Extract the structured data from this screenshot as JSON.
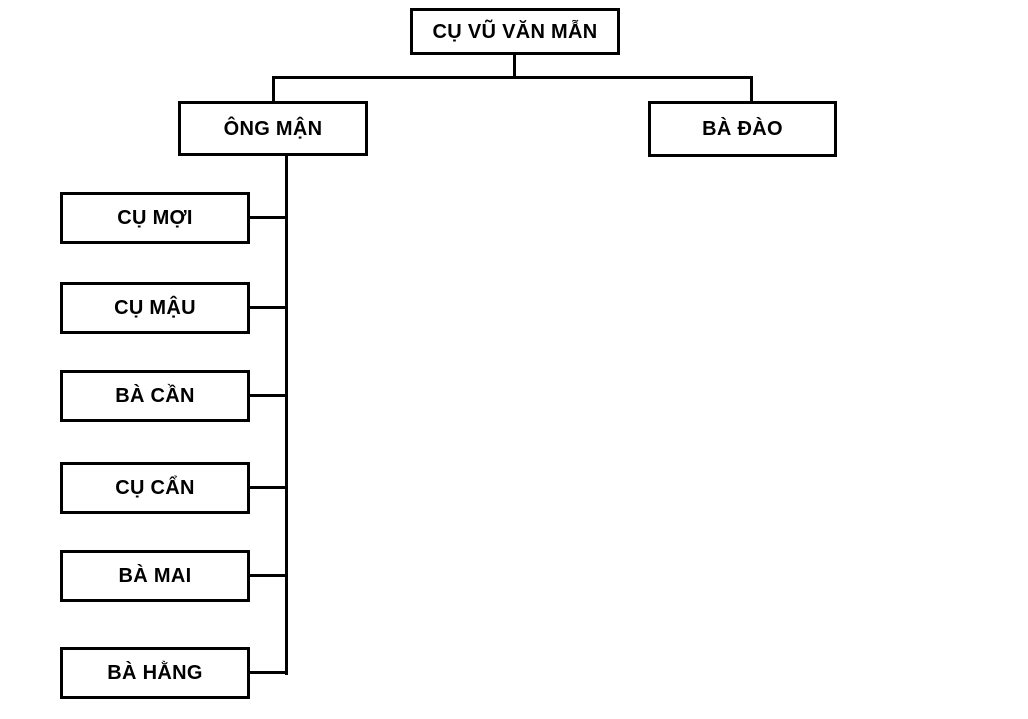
{
  "diagram": {
    "type": "family-tree-org-chart",
    "colors": {
      "background": "#ffffff",
      "box_border": "#000000",
      "box_fill": "#ffffff",
      "text": "#000000",
      "connector": "#000000"
    },
    "nodes": {
      "root": {
        "label": "CỤ VŨ VĂN MẪN"
      },
      "left_spouse": {
        "label": "ÔNG MẬN"
      },
      "right_spouse": {
        "label": "BÀ ĐÀO"
      },
      "children": [
        {
          "label": "CỤ MỢI"
        },
        {
          "label": "CỤ MẬU"
        },
        {
          "label": "BÀ CẦN"
        },
        {
          "label": "CỤ CẨN"
        },
        {
          "label": "BÀ MAI"
        },
        {
          "label": "BÀ HẰNG"
        }
      ]
    },
    "edges": [
      "root -> left_spouse",
      "root -> right_spouse",
      "left_spouse -> children (vertical trunk with 6 stubs)"
    ]
  }
}
